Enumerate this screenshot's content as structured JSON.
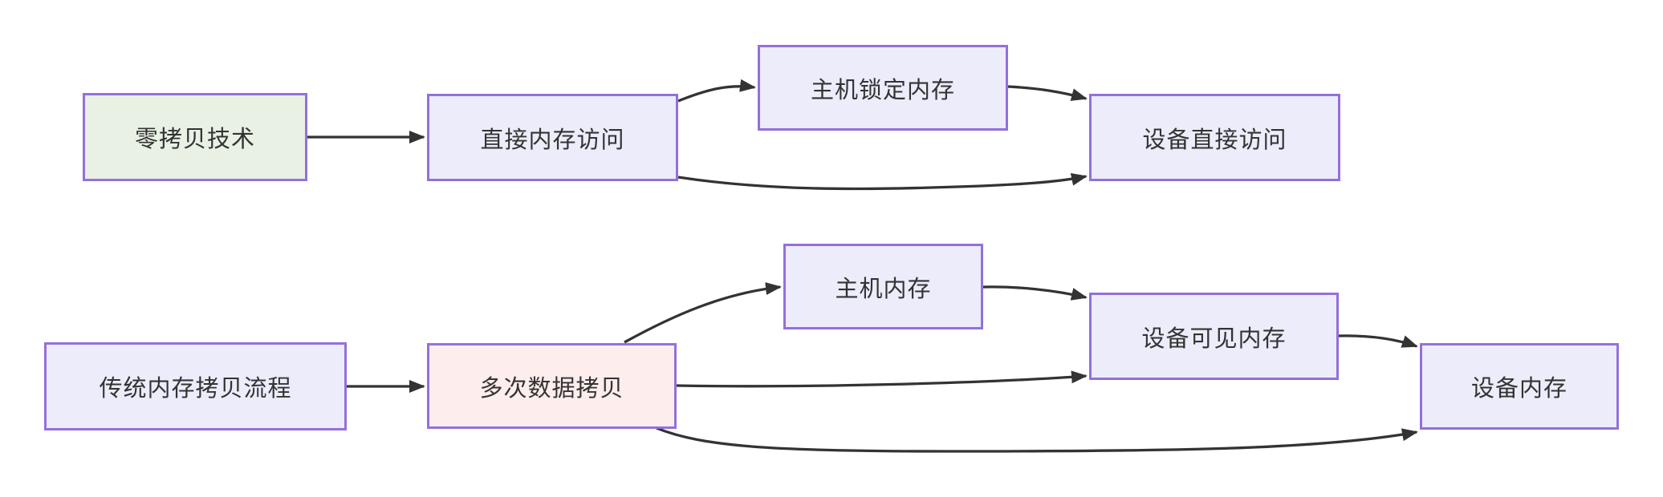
{
  "diagram": {
    "title": "",
    "background": "#ffffff",
    "colors": {
      "node_border": "#9370db",
      "node_fill_default": "#ececfb",
      "node_fill_green": "#e8f1e4",
      "node_fill_pink": "#fdeded",
      "edge_line": "#333333",
      "text": "#333333"
    },
    "nodes": {
      "zero_copy": {
        "label": "零拷贝技术",
        "fill": "#e8f1e4"
      },
      "dma": {
        "label": "直接内存访问",
        "fill": "#ececfb"
      },
      "pinned": {
        "label": "主机锁定内存",
        "fill": "#ececfb"
      },
      "device_direct": {
        "label": "设备直接访问",
        "fill": "#ececfb"
      },
      "traditional": {
        "label": "传统内存拷贝流程",
        "fill": "#ececfb"
      },
      "multi_copy": {
        "label": "多次数据拷贝",
        "fill": "#fdeded"
      },
      "host_mem": {
        "label": "主机内存",
        "fill": "#ececfb"
      },
      "dev_visible": {
        "label": "设备可见内存",
        "fill": "#ececfb"
      },
      "dev_mem": {
        "label": "设备内存",
        "fill": "#ececfb"
      }
    },
    "edges": [
      {
        "from": "零拷贝技术",
        "to": "直接内存访问"
      },
      {
        "from": "直接内存访问",
        "to": "主机锁定内存"
      },
      {
        "from": "主机锁定内存",
        "to": "设备直接访问"
      },
      {
        "from": "直接内存访问",
        "to": "设备直接访问"
      },
      {
        "from": "传统内存拷贝流程",
        "to": "多次数据拷贝"
      },
      {
        "from": "多次数据拷贝",
        "to": "主机内存"
      },
      {
        "from": "多次数据拷贝",
        "to": "设备可见内存"
      },
      {
        "from": "主机内存",
        "to": "设备可见内存"
      },
      {
        "from": "设备可见内存",
        "to": "设备内存"
      },
      {
        "from": "多次数据拷贝",
        "to": "设备内存"
      }
    ]
  }
}
